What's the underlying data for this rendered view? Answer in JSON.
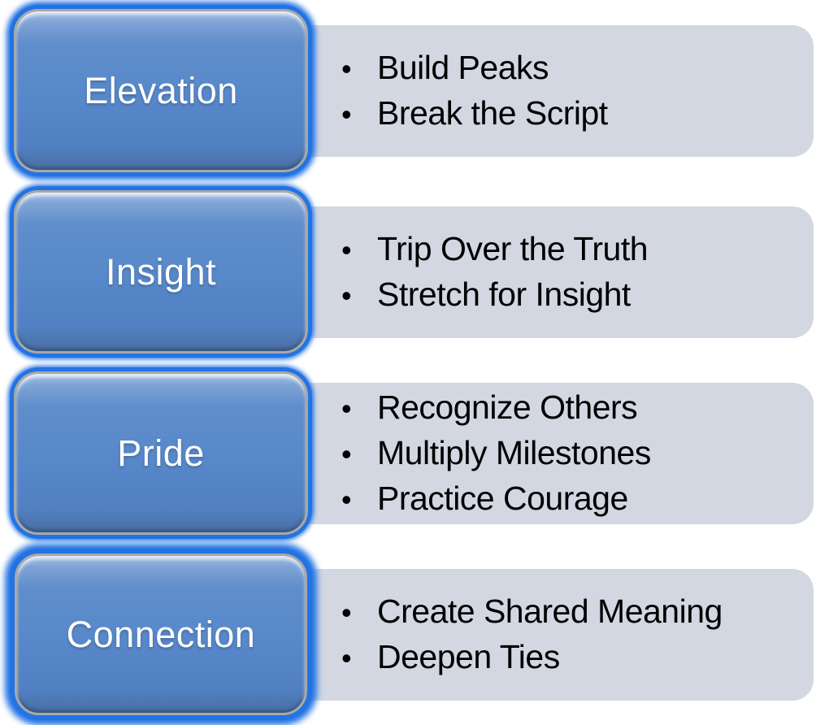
{
  "diagram": {
    "bullet_char": "•",
    "rows": [
      {
        "title": "Elevation",
        "bullets": [
          "Build Peaks",
          "Break the Script"
        ]
      },
      {
        "title": "Insight",
        "bullets": [
          "Trip Over the Truth",
          "Stretch for Insight"
        ]
      },
      {
        "title": "Pride",
        "bullets": [
          "Recognize Others",
          "Multiply Milestones",
          "Practice Courage"
        ]
      },
      {
        "title": "Connection",
        "bullets": [
          "Create Shared Meaning",
          "Deepen Ties"
        ]
      }
    ],
    "colors": {
      "box_fill": "#5788C9",
      "box_fill_light": "#A6BFE3",
      "box_glow": "#2273E4",
      "box_bevel": "#A8A8A8",
      "panel_bg": "#D2D7E2",
      "title_text": "#FFFFFF",
      "bullet_text": "#000000"
    }
  }
}
